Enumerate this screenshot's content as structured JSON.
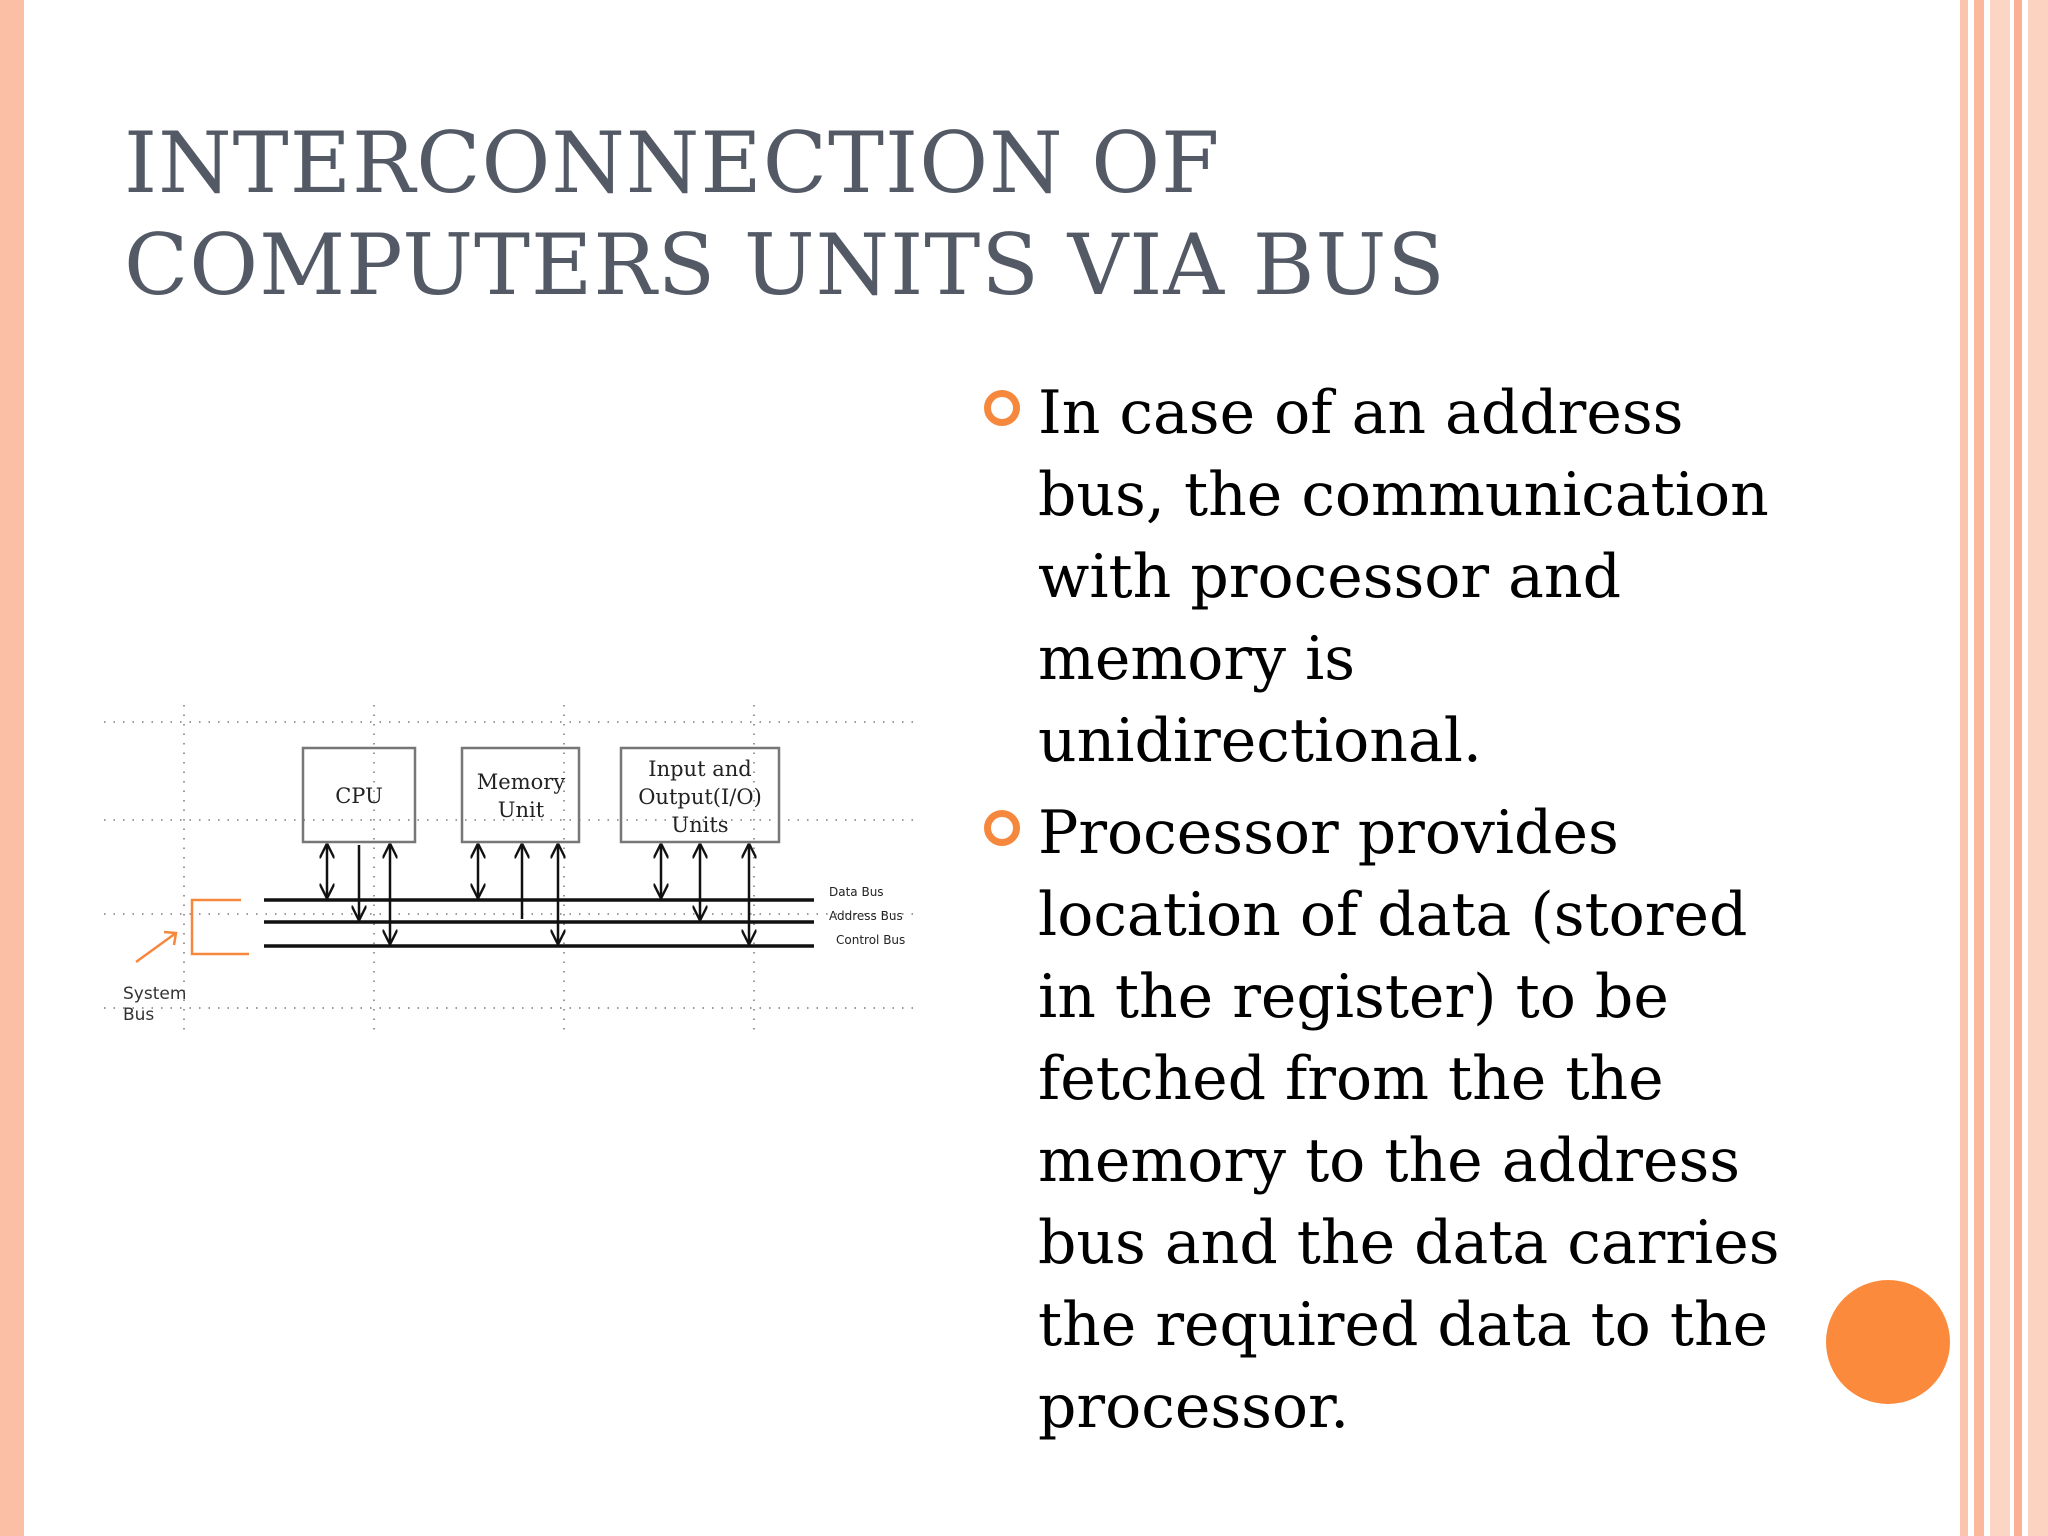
{
  "slide": {
    "title_line1": "INTERCONNECTION OF",
    "title_line2": "COMPUTERS UNITS VIA BUS",
    "bullets": [
      "In case of an address bus, the communication with processor and memory is unidirectional.",
      "Processor provides location of data (stored in the register) to be fetched from the the memory to the address bus and the data carries the required data to the processor."
    ]
  },
  "diagram": {
    "units": {
      "cpu": "CPU",
      "memory_line1": "Memory",
      "memory_line2": "Unit",
      "io_line1": "Input and",
      "io_line2": "Output(I/O)",
      "io_line3": "Units"
    },
    "buses": {
      "data": "Data Bus",
      "address": "Address Bus",
      "control": "Control Bus"
    },
    "system_bus_line1": "System",
    "system_bus_line2": "Bus"
  },
  "colors": {
    "accent": "#f5883d",
    "title": "#535a66",
    "stripe": "#fbbfa6"
  }
}
